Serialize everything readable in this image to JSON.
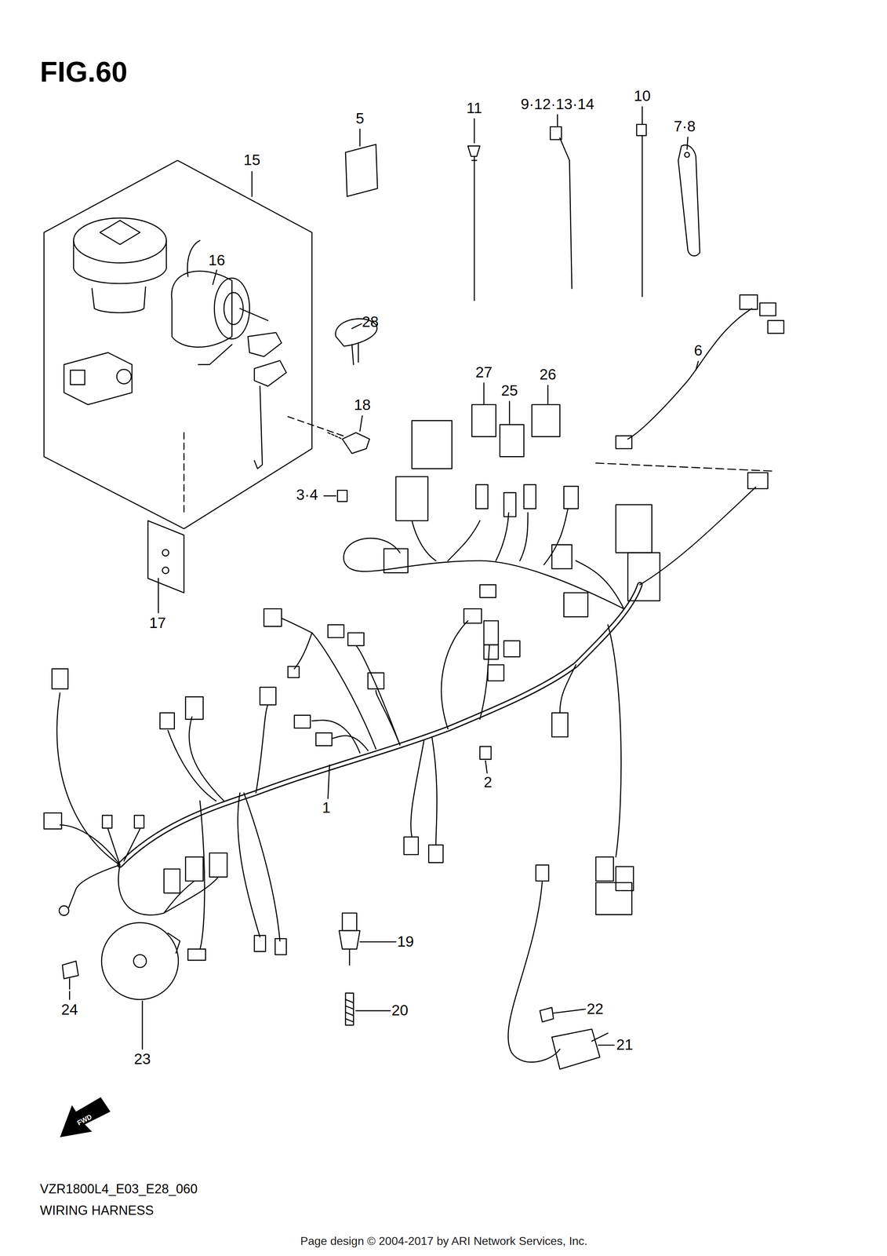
{
  "diagram": {
    "title": "FIG.60",
    "labels": [
      "15",
      "5",
      "11",
      "9·12·13·14",
      "10",
      "7·8",
      "16",
      "28",
      "6",
      "27",
      "25",
      "26",
      "18",
      "3·4",
      "17",
      "2",
      "1",
      "19",
      "20",
      "22",
      "21",
      "24",
      "23",
      "FWD",
      "VZR1800L4_E03_E28_060",
      "WIRING HARNESS",
      "Page design © 2004-2017 by ARI Network Services, Inc."
    ]
  }
}
